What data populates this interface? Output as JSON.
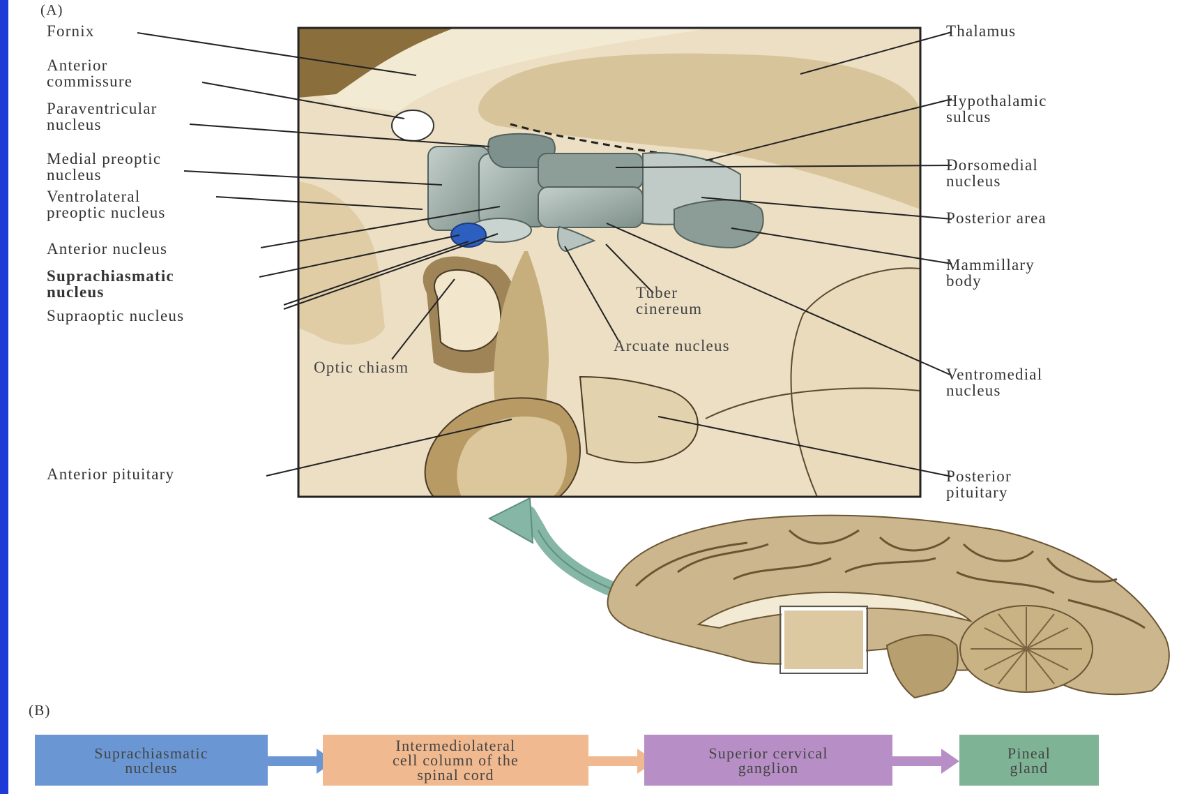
{
  "panel_a": {
    "label": "(A)",
    "left_labels": {
      "fornix": "Fornix",
      "anterior_commissure": "Anterior\ncommissure",
      "paraventricular_nucleus": "Paraventricular\nnucleus",
      "medial_preoptic_nucleus": "Medial preoptic\nnucleus",
      "ventrolateral_preoptic_nucleus": "Ventrolateral\npreoptic nucleus",
      "anterior_nucleus": "Anterior nucleus",
      "suprachiasmatic_nucleus": "Suprachiasmatic\nnucleus",
      "supraoptic_nucleus": "Supraoptic nucleus",
      "anterior_pituitary": "Anterior pituitary"
    },
    "right_labels": {
      "thalamus": "Thalamus",
      "hypothalamic_sulcus": "Hypothalamic\nsulcus",
      "dorsomedial_nucleus": "Dorsomedial\nnucleus",
      "posterior_area": "Posterior area",
      "mammillary_body": "Mammillary\nbody",
      "ventromedial_nucleus": "Ventromedial\nnucleus",
      "posterior_pituitary": "Posterior\npituitary"
    },
    "inner_labels": {
      "tuber_cinereum": "Tuber\ncinereum",
      "arcuate_nucleus": "Arcuate nucleus",
      "optic_chiasm": "Optic chiasm"
    }
  },
  "panel_b": {
    "label": "(B)",
    "boxes": [
      {
        "text": "Suprachiasmatic\nnucleus",
        "color": "#6a97d4"
      },
      {
        "text": "Intermediolateral\ncell column of the\nspinal cord",
        "color": "#f0b98f"
      },
      {
        "text": "Superior cervical\nganglion",
        "color": "#b78fc6"
      },
      {
        "text": "Pineal\ngland",
        "color": "#7fb396"
      }
    ]
  },
  "colors": {
    "border": "#1e3ad6",
    "tissue": "#e9dcc0",
    "tissue_dark": "#b79f6f",
    "nuclei": "#97a6a2",
    "scn": "#2c5fbf",
    "arrow": "#86b6a6"
  }
}
